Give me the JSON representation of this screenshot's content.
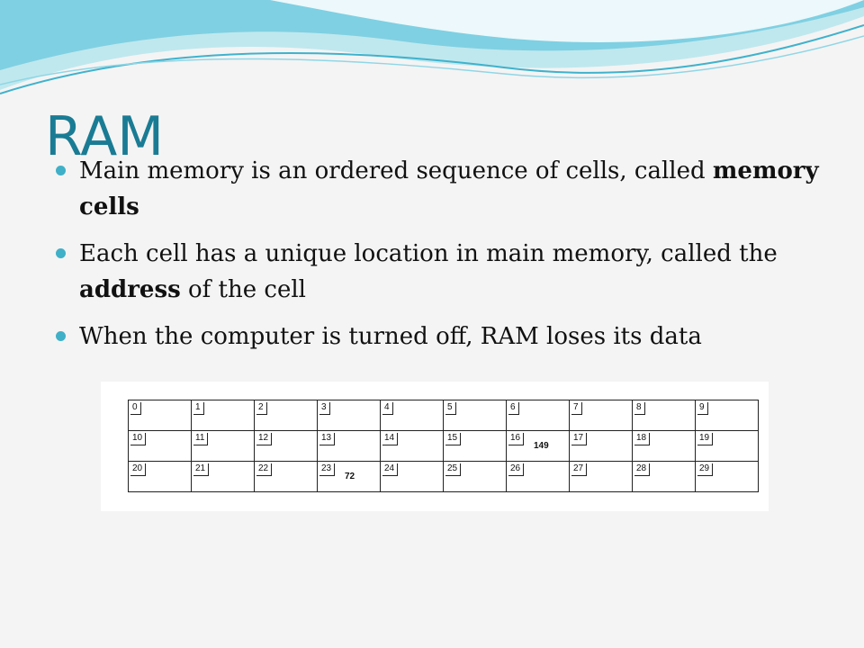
{
  "slide": {
    "title": "RAM",
    "bullets": [
      {
        "before": "Main memory is an ordered sequence of cells, called ",
        "bold": "memory cells",
        "after": ""
      },
      {
        "before": "Each cell has a unique location in main memory, called the ",
        "bold": "address",
        "after": " of the cell"
      },
      {
        "before": " When the computer is turned off, RAM loses its data",
        "bold": "",
        "after": ""
      }
    ]
  },
  "colors": {
    "title": "#1a7c94",
    "bullet_dot": "#3fb0c8",
    "wave_light": "#bfe8ee",
    "wave_dark": "#3fb2cc"
  },
  "memory_grid": {
    "rows": [
      [
        {
          "address": "0",
          "value": ""
        },
        {
          "address": "1",
          "value": ""
        },
        {
          "address": "2",
          "value": ""
        },
        {
          "address": "3",
          "value": ""
        },
        {
          "address": "4",
          "value": ""
        },
        {
          "address": "5",
          "value": ""
        },
        {
          "address": "6",
          "value": ""
        },
        {
          "address": "7",
          "value": ""
        },
        {
          "address": "8",
          "value": ""
        },
        {
          "address": "9",
          "value": ""
        }
      ],
      [
        {
          "address": "10",
          "value": ""
        },
        {
          "address": "11",
          "value": ""
        },
        {
          "address": "12",
          "value": ""
        },
        {
          "address": "13",
          "value": ""
        },
        {
          "address": "14",
          "value": ""
        },
        {
          "address": "15",
          "value": ""
        },
        {
          "address": "16",
          "value": "149"
        },
        {
          "address": "17",
          "value": ""
        },
        {
          "address": "18",
          "value": ""
        },
        {
          "address": "19",
          "value": ""
        }
      ],
      [
        {
          "address": "20",
          "value": ""
        },
        {
          "address": "21",
          "value": ""
        },
        {
          "address": "22",
          "value": ""
        },
        {
          "address": "23",
          "value": "72"
        },
        {
          "address": "24",
          "value": ""
        },
        {
          "address": "25",
          "value": ""
        },
        {
          "address": "26",
          "value": ""
        },
        {
          "address": "27",
          "value": ""
        },
        {
          "address": "28",
          "value": ""
        },
        {
          "address": "29",
          "value": ""
        }
      ]
    ]
  }
}
